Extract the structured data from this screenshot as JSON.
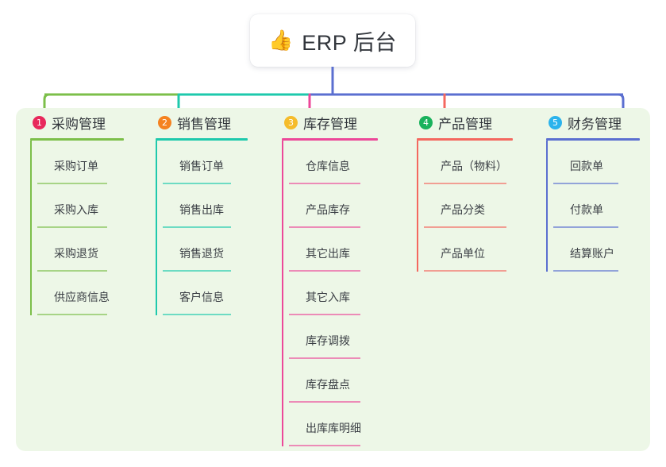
{
  "root": {
    "icon": "thumbs-up-icon",
    "icon_glyph": "👍",
    "title": "ERP 后台"
  },
  "panel": {
    "background_color": "#edf7e7"
  },
  "connector_colors": {
    "branch_1": "#7cbf4a",
    "branch_2": "#1ec9ac",
    "branch_3": "#ec4899",
    "branch_4": "#f4685f",
    "branch_5": "#5b6fd0"
  },
  "columns": [
    {
      "number": "1",
      "title": "采购管理",
      "badge_color": "#e8295c",
      "line_color": "#7cbf4a",
      "rule_width": 118,
      "item_rule_width": 88,
      "items": [
        {
          "label": "采购订单"
        },
        {
          "label": "采购入库"
        },
        {
          "label": "采购退货"
        },
        {
          "label": "供应商信息"
        }
      ]
    },
    {
      "number": "2",
      "title": "销售管理",
      "badge_color": "#f58220",
      "line_color": "#1ec9ac",
      "rule_width": 116,
      "item_rule_width": 86,
      "items": [
        {
          "label": "销售订单"
        },
        {
          "label": "销售出库"
        },
        {
          "label": "销售退货"
        },
        {
          "label": "客户信息"
        }
      ]
    },
    {
      "number": "3",
      "title": "库存管理",
      "badge_color": "#f5bc2b",
      "line_color": "#ec4899",
      "rule_width": 121,
      "item_rule_width": 90,
      "items": [
        {
          "label": "仓库信息"
        },
        {
          "label": "产品库存"
        },
        {
          "label": "其它出库"
        },
        {
          "label": "其它入库"
        },
        {
          "label": "库存调拨"
        },
        {
          "label": "库存盘点"
        },
        {
          "label": "出库库明细"
        }
      ]
    },
    {
      "number": "4",
      "title": "产品管理",
      "badge_color": "#19b25c",
      "line_color": "#f4685f",
      "rule_width": 121,
      "item_rule_width": 104,
      "items": [
        {
          "label": "产品（物料）"
        },
        {
          "label": "产品分类"
        },
        {
          "label": "产品单位"
        }
      ]
    },
    {
      "number": "5",
      "title": "财务管理",
      "badge_color": "#2bb3ec",
      "line_color": "#5b6fd0",
      "rule_width": 118,
      "item_rule_width": 82,
      "items": [
        {
          "label": "回款单"
        },
        {
          "label": "付款单"
        },
        {
          "label": "结算账户"
        }
      ]
    }
  ]
}
